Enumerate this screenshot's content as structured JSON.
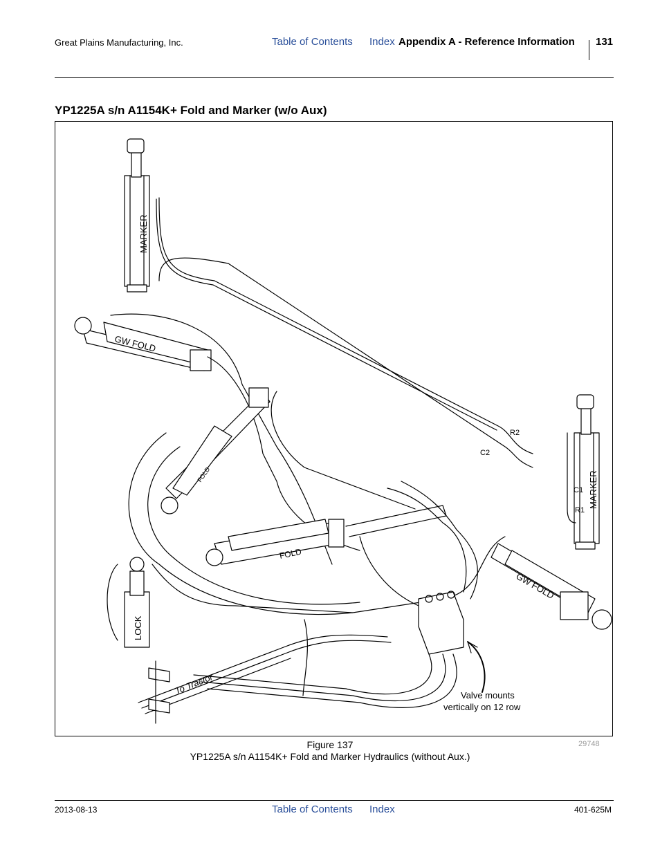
{
  "header": {
    "company": "Great Plains Manufacturing, Inc.",
    "toc_link": "Table of Contents",
    "index_link": "Index",
    "section": "Appendix A - Reference Information",
    "page_number": "131"
  },
  "title": "YP1225A s/n A1154K+ Fold and Marker (w/o Aux)",
  "figure": {
    "labels": {
      "marker_top": "MARKER",
      "marker_right": "MARKER",
      "gw_fold_left": "GW FOLD",
      "gw_fold_right": "GW FOLD",
      "fold_center": "FOLD",
      "fold_small": "FOLD",
      "lock": "LOCK",
      "r2": "R2",
      "c2": "C2",
      "c1": "C1",
      "r1": "R1",
      "to_tractor": "To Tractor",
      "valve_note_line1": "Valve mounts",
      "valve_note_line2": "vertically on 12 row"
    },
    "number": "Figure 137",
    "caption": "YP1225A s/n A1154K+ Fold and Marker Hydraulics (without Aux.)",
    "id": "29748"
  },
  "footer": {
    "date": "2013-08-13",
    "toc_link": "Table of Contents",
    "index_link": "Index",
    "doc_number": "401-625M"
  }
}
